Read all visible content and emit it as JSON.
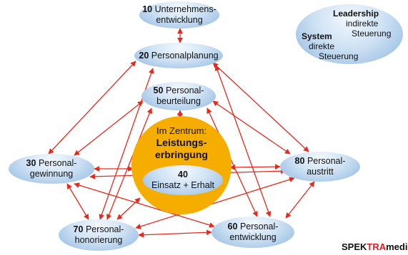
{
  "diagram": {
    "nodes": {
      "n10": {
        "num": "10",
        "line1": "Unternehmens-",
        "line2": "entwicklung"
      },
      "n20": {
        "num": "20",
        "line1": "Personalplanung"
      },
      "n50": {
        "num": "50",
        "line1": "Personal-",
        "line2": "beurteilung"
      },
      "n30": {
        "num": "30",
        "line1": "Personal-",
        "line2": "gewinnung"
      },
      "n80": {
        "num": "80",
        "line1": "Personal-",
        "line2": "austritt"
      },
      "n70": {
        "num": "70",
        "line1": "Personal-",
        "line2": "honorierung"
      },
      "n60": {
        "num": "60",
        "line1": "Personal-",
        "line2": "entwicklung"
      }
    },
    "center": {
      "label": "Im Zentrum:",
      "strong_line1": "Leistungs-",
      "strong_line2": "erbringung",
      "inner_num": "40",
      "inner_text": "Einsatz + Erhalt"
    },
    "legend": {
      "leadership": "Leadership",
      "leadership_l1": "indirekte",
      "leadership_l2": "Steuerung",
      "system": "System",
      "system_l1": "direkte",
      "system_l2": "Steuerung"
    },
    "arrow_color": "#e8291c",
    "node_color": "#a9cbea",
    "center_color": "#f5ae00"
  },
  "brand": {
    "part1": "SPEK",
    "part2": "TRA",
    "part3": "media"
  }
}
